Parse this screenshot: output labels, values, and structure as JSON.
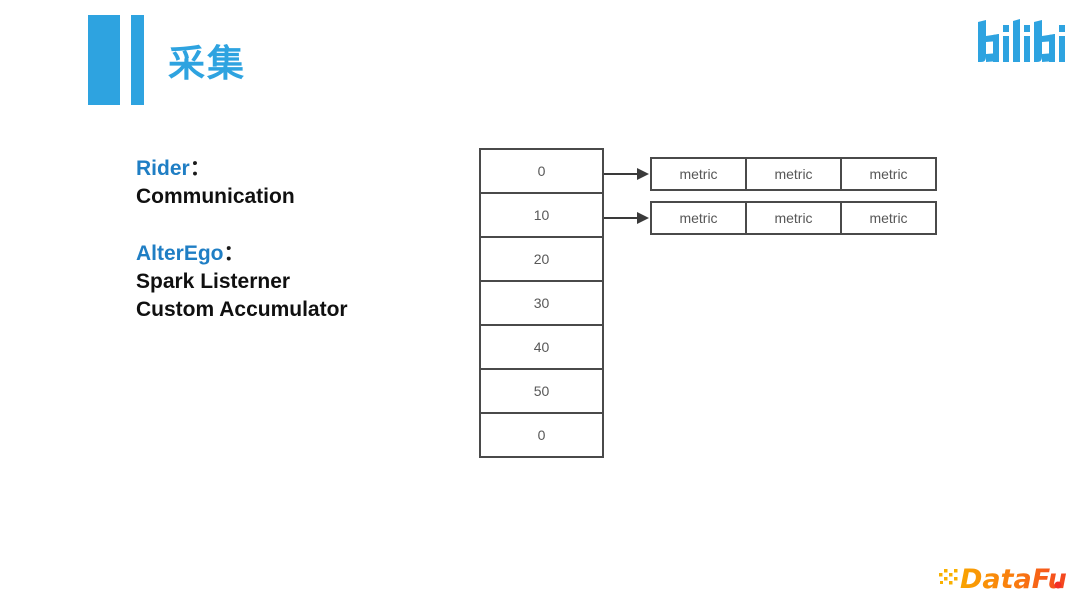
{
  "slide": {
    "title": "采集",
    "background_color": "#ffffff",
    "accent_color": "#2ea3e0"
  },
  "left_panel": {
    "groups": [
      {
        "heading": "Rider",
        "colon": "：",
        "heading_color": "#1f7ec4",
        "lines": [
          "Communication"
        ]
      },
      {
        "heading": "AlterEgo",
        "colon": "：",
        "heading_color": "#1f7ec4",
        "lines": [
          "Spark Listerner",
          "Custom Accumulator"
        ]
      }
    ]
  },
  "diagram": {
    "queue_column": {
      "cells": [
        "0",
        "10",
        "20",
        "30",
        "40",
        "50",
        "0"
      ]
    },
    "metric_rows": [
      {
        "cells": [
          "metric",
          "metric",
          "metric"
        ]
      },
      {
        "cells": [
          "metric",
          "metric",
          "metric"
        ]
      }
    ],
    "arrows": [
      {
        "name": "arrow-to-metric-row-1"
      },
      {
        "name": "arrow-to-metric-row-2"
      }
    ],
    "line_color": "#4a4a4a",
    "text_color": "#575757"
  },
  "branding": {
    "bilibili": {
      "text": "bilibili",
      "color": "#2ea3e0"
    },
    "datafun": {
      "text": "DataFun.",
      "colors": [
        "#f7b500",
        "#f96f1e",
        "#f22f26"
      ]
    }
  }
}
